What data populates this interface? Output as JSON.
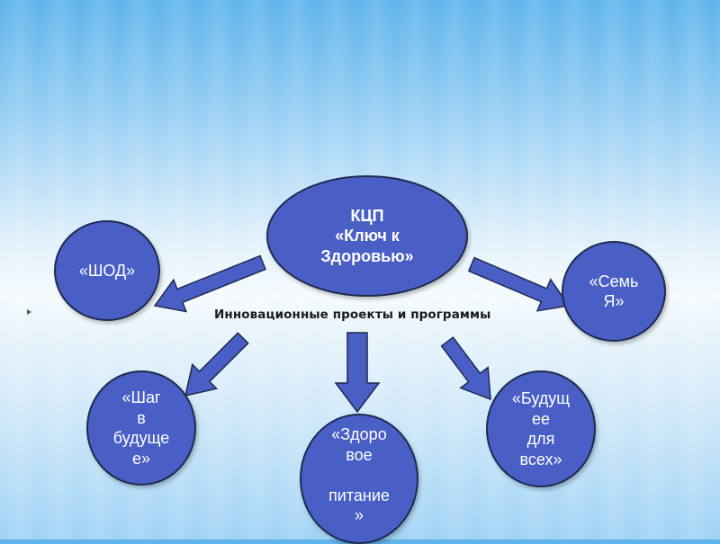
{
  "diagram": {
    "center": {
      "text": "КЦП\n«Ключ к\nЗдоровью»"
    },
    "caption": "Инновационные проекты и программы",
    "nodes": {
      "shod": "«ШОД»",
      "semya": "«Семь\nЯ»",
      "shag": "«Шаг\nв\nбудуще\nе»",
      "zdorov": "«Здоро\nвое\n\nпитание\n»",
      "budush": "«Будущ\nее\nдля\nвсех»"
    }
  },
  "colors": {
    "node_fill": "#4a5fc6",
    "node_border": "#1f2a4f",
    "arrow_fill": "#4a5fc6",
    "background": "#8ccaf2"
  }
}
